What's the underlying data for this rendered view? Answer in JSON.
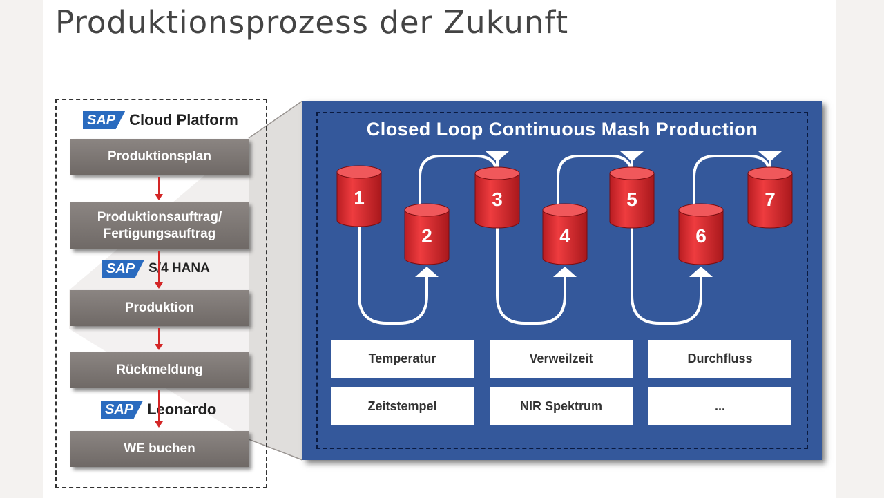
{
  "title": "Produktionsprozess der Zukunft",
  "platforms": {
    "cloud": {
      "logo": "SAP",
      "name": "Cloud Platform"
    },
    "s4": {
      "logo": "SAP",
      "name": "S/4 HANA"
    },
    "leonardo": {
      "logo": "SAP",
      "name": "Leonardo"
    }
  },
  "steps": [
    "Produktionsplan",
    "Produktionsauftrag/\nFertigungsauftrag",
    "Produktion",
    "Rückmeldung",
    "WE buchen"
  ],
  "panel": {
    "title": "Closed Loop Continuous Mash Production",
    "vessels": [
      "1",
      "2",
      "3",
      "4",
      "5",
      "6",
      "7"
    ],
    "parameters": [
      [
        "Temperatur",
        "Verweilzeit",
        "Durchfluss"
      ],
      [
        "Zeitstempel",
        "NIR Spektrum",
        "..."
      ]
    ]
  },
  "colors": {
    "panel": "#34589b",
    "vessel": "#e02a2e",
    "step": "#7c7673",
    "flow_arrow": "#d32626",
    "sap_blue": "#2a6bbf"
  }
}
